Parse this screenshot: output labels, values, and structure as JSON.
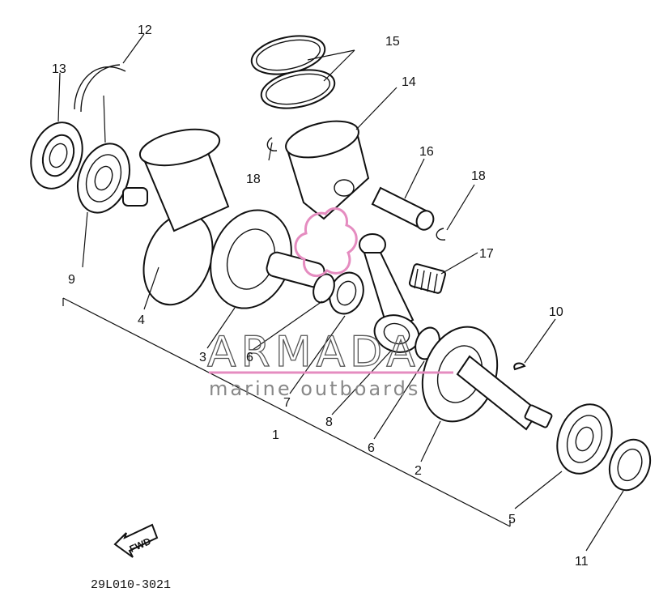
{
  "diagram": {
    "part_code": "29L010-3021",
    "fwd_label": "FWD",
    "callouts": [
      "1",
      "2",
      "3",
      "4",
      "5",
      "6",
      "6",
      "7",
      "8",
      "9",
      "10",
      "11",
      "12",
      "13",
      "14",
      "15",
      "16",
      "17",
      "18",
      "18"
    ]
  },
  "watermark": {
    "title": "ARMADA",
    "subtitle": "marine outboards",
    "accent_color": "#e58cc0"
  }
}
